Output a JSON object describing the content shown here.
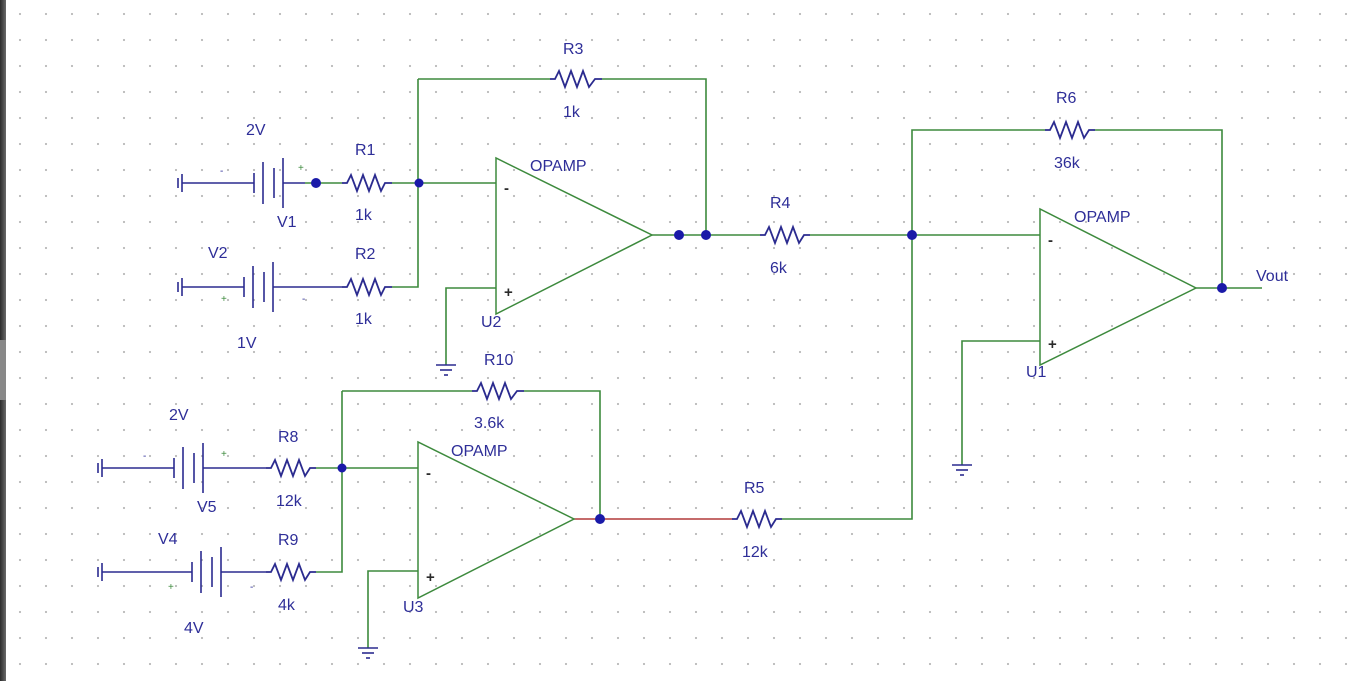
{
  "output_label": "Vout",
  "opamps": [
    {
      "id": "U2",
      "label": "OPAMP"
    },
    {
      "id": "U1",
      "label": "OPAMP"
    },
    {
      "id": "U3",
      "label": "OPAMP"
    }
  ],
  "pin_labels": {
    "minus": "-",
    "plus": "+"
  },
  "resistors": [
    {
      "ref": "R1",
      "value": "1k"
    },
    {
      "ref": "R2",
      "value": "1k"
    },
    {
      "ref": "R3",
      "value": "1k"
    },
    {
      "ref": "R4",
      "value": "6k"
    },
    {
      "ref": "R5",
      "value": "12k"
    },
    {
      "ref": "R6",
      "value": "36k"
    },
    {
      "ref": "R8",
      "value": "12k"
    },
    {
      "ref": "R9",
      "value": "4k"
    },
    {
      "ref": "R10",
      "value": "3.6k"
    }
  ],
  "sources": [
    {
      "ref": "V1",
      "value": "2V"
    },
    {
      "ref": "V2",
      "value": "1V"
    },
    {
      "ref": "V5",
      "value": "2V"
    },
    {
      "ref": "V4",
      "value": "4V"
    }
  ],
  "colors": {
    "wire": "#3d8a3d",
    "component": "#2b2b8f",
    "label": "#2e2e98",
    "highlight_wire": "#b23a3a"
  }
}
